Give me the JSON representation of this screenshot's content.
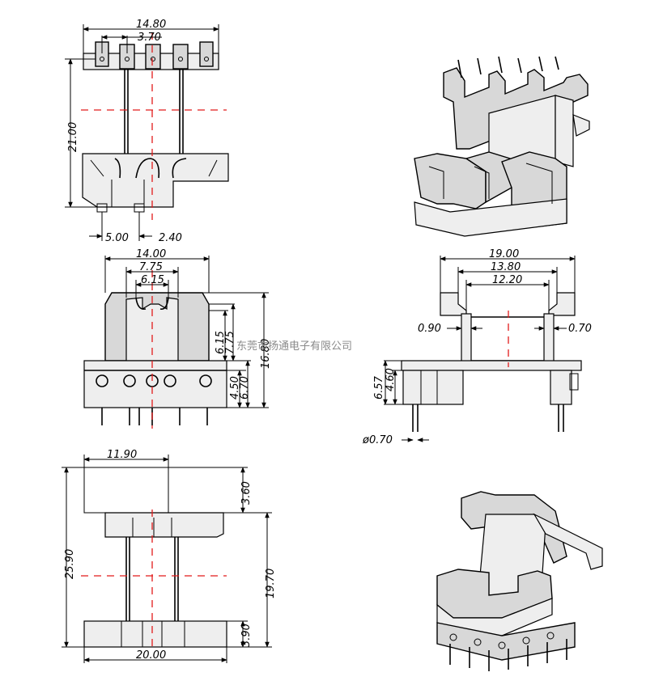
{
  "views": {
    "top_left": {
      "dims": [
        "14.80",
        "3.70",
        "21.00",
        "5.00",
        "2.40"
      ]
    },
    "middle_left": {
      "dims": [
        "14.00",
        "7.75",
        "6.15",
        "6.15",
        "7.75",
        "16.80",
        "4.50",
        "6.70"
      ]
    },
    "middle_right": {
      "dims": [
        "19.00",
        "13.80",
        "12.20",
        "0.90",
        "0.70",
        "6.57",
        "4.60",
        "ø0.70"
      ]
    },
    "bottom_left": {
      "dims": [
        "11.90",
        "3.60",
        "25.90",
        "19.70",
        "3.90",
        "20.00"
      ]
    }
  },
  "watermark": "东莞市扬通电子有限公司",
  "colors": {
    "outline": "#000000",
    "centerline": "#e21b1b",
    "fill": "#d8d8d8"
  }
}
